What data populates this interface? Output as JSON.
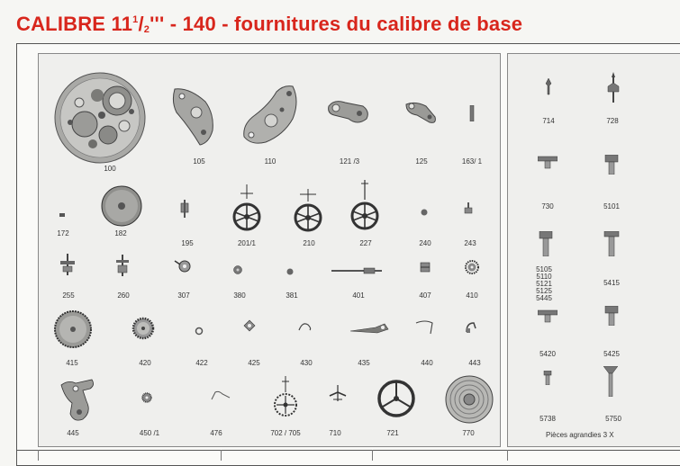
{
  "header": {
    "title_main": "CALIBRE 11",
    "title_sup": "1",
    "title_slash": "/",
    "title_sub": "2",
    "title_primes": "'''",
    "title_rest": " - 140 - fournitures du calibre de base"
  },
  "parts": [
    {
      "id": "100",
      "label": "100",
      "icon": "movement-plate-icon"
    },
    {
      "id": "105",
      "label": "105",
      "icon": "bridge-icon"
    },
    {
      "id": "110",
      "label": "110",
      "icon": "bridge-icon"
    },
    {
      "id": "121-3",
      "label": "121 /3",
      "icon": "bridge-icon"
    },
    {
      "id": "125",
      "label": "125",
      "icon": "bridge-icon"
    },
    {
      "id": "163-1",
      "label": "163/ 1",
      "icon": "pin-icon"
    },
    {
      "id": "172",
      "label": "172",
      "icon": "jewel-icon"
    },
    {
      "id": "182",
      "label": "182",
      "icon": "barrel-icon"
    },
    {
      "id": "195",
      "label": "195",
      "icon": "arbor-icon"
    },
    {
      "id": "201-1",
      "label": "201/1",
      "icon": "wheel-icon"
    },
    {
      "id": "210",
      "label": "210",
      "icon": "wheel-icon"
    },
    {
      "id": "227",
      "label": "227",
      "icon": "wheel-icon"
    },
    {
      "id": "240",
      "label": "240",
      "icon": "pinion-icon"
    },
    {
      "id": "243",
      "label": "243",
      "icon": "stud-icon"
    },
    {
      "id": "255",
      "label": "255",
      "icon": "wheel-pinion-icon"
    },
    {
      "id": "260",
      "label": "260",
      "icon": "wheel-pinion-icon"
    },
    {
      "id": "307",
      "label": "307",
      "icon": "click-icon"
    },
    {
      "id": "380",
      "label": "380",
      "icon": "pinion-icon"
    },
    {
      "id": "381",
      "label": "381",
      "icon": "pinion-icon"
    },
    {
      "id": "401",
      "label": "401",
      "icon": "stem-icon"
    },
    {
      "id": "407",
      "label": "407",
      "icon": "clutch-icon"
    },
    {
      "id": "410",
      "label": "410",
      "icon": "gear-icon"
    },
    {
      "id": "415",
      "label": "415",
      "icon": "ratchet-wheel-icon"
    },
    {
      "id": "420",
      "label": "420",
      "icon": "gear-icon"
    },
    {
      "id": "422",
      "label": "422",
      "icon": "ring-icon"
    },
    {
      "id": "425",
      "label": "425",
      "icon": "setting-lever-icon"
    },
    {
      "id": "430",
      "label": "430",
      "icon": "spring-icon"
    },
    {
      "id": "435",
      "label": "435",
      "icon": "lever-icon"
    },
    {
      "id": "440",
      "label": "440",
      "icon": "spring-icon"
    },
    {
      "id": "443",
      "label": "443",
      "icon": "spring-icon"
    },
    {
      "id": "445",
      "label": "445",
      "icon": "setting-lever-spring-icon"
    },
    {
      "id": "450-1",
      "label": "450 /1",
      "icon": "gear-icon"
    },
    {
      "id": "476",
      "label": "476",
      "icon": "spring-icon"
    },
    {
      "id": "702-705",
      "label": "702 / 705",
      "icon": "escape-wheel-icon"
    },
    {
      "id": "710",
      "label": "710",
      "icon": "pallet-fork-icon"
    },
    {
      "id": "721",
      "label": "721",
      "icon": "balance-wheel-icon"
    },
    {
      "id": "770",
      "label": "770",
      "icon": "mainspring-icon"
    }
  ],
  "enlarged_parts": [
    {
      "id": "714",
      "label": "714",
      "icon": "pin-icon"
    },
    {
      "id": "728",
      "label": "728",
      "icon": "stem-pin-icon"
    },
    {
      "id": "730",
      "label": "730",
      "icon": "screw-icon"
    },
    {
      "id": "5101",
      "label": "5101",
      "icon": "screw-icon"
    },
    {
      "id": "5105-group",
      "label": "5105\n5110\n5121\n5125\n5445",
      "icon": "screw-icon"
    },
    {
      "id": "5415",
      "label": "5415",
      "icon": "screw-icon"
    },
    {
      "id": "5420",
      "label": "5420",
      "icon": "screw-icon"
    },
    {
      "id": "5425",
      "label": "5425",
      "icon": "screw-icon"
    },
    {
      "id": "5738",
      "label": "5738",
      "icon": "screw-icon"
    },
    {
      "id": "5750",
      "label": "5750",
      "icon": "screw-icon"
    }
  ],
  "enlarged_note": "Pièces agrandies 3 X"
}
